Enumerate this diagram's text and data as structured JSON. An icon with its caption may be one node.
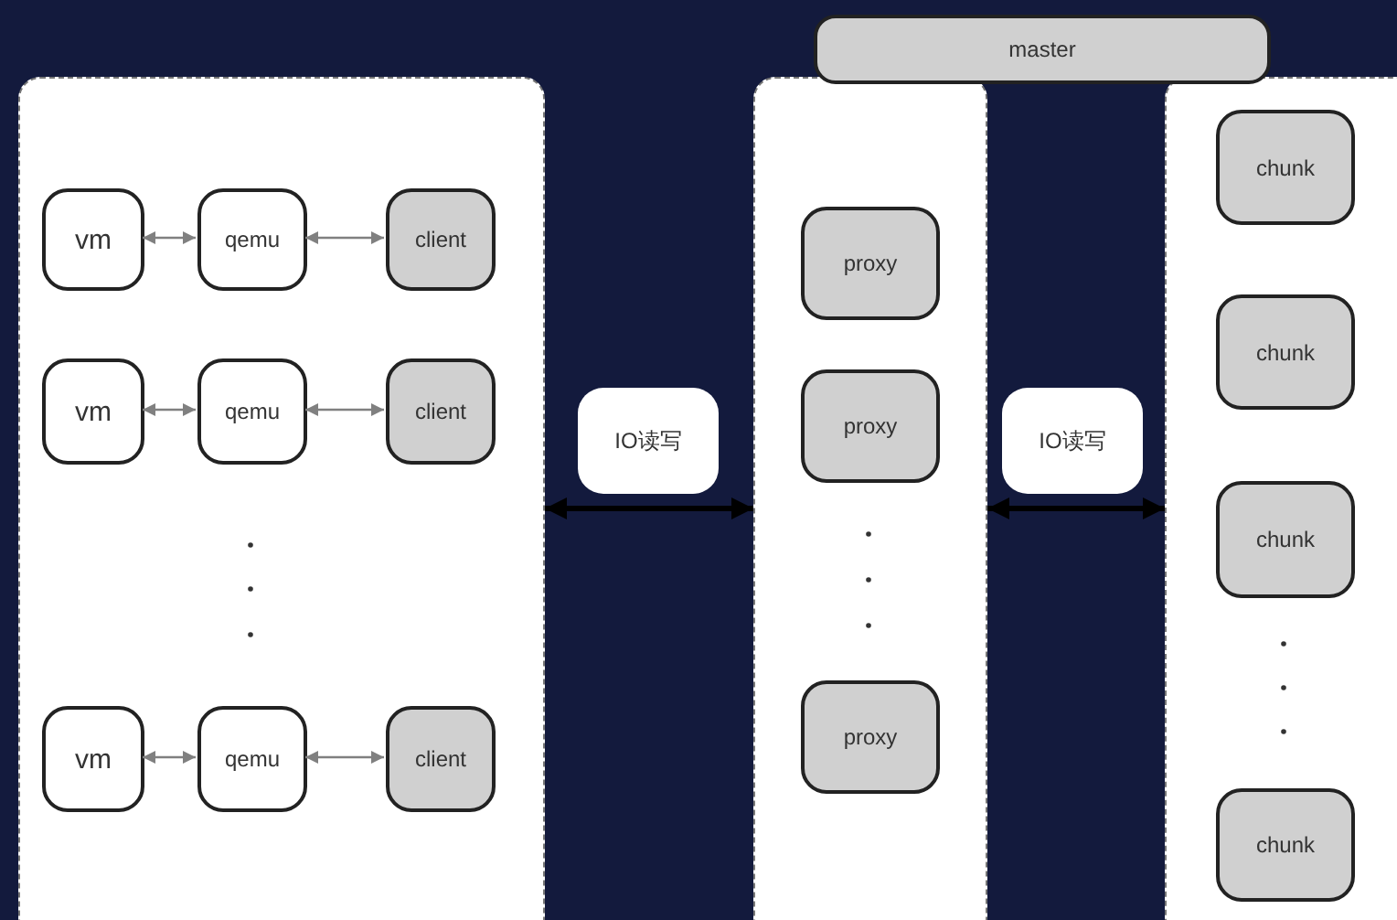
{
  "diagram": {
    "nodes": [
      {
        "text": [
          "master"
        ]
      },
      {
        "text": [],
        "shape": "box"
      },
      {
        "text": [
          "vm"
        ],
        "in": 1
      },
      {
        "text": [
          "qemu"
        ],
        "in": 1
      },
      {
        "text": [
          "client"
        ],
        "in": 1
      },
      {
        "text": [
          "vm"
        ],
        "in": 1
      },
      {
        "text": [
          "qemu"
        ],
        "in": 1
      },
      {
        "text": [
          "client"
        ],
        "in": 1
      },
      {
        "text": [
          "vm"
        ],
        "in": 1
      },
      {
        "text": [
          "qemu"
        ],
        "in": 1
      },
      {
        "text": [
          "client"
        ],
        "in": 1
      },
      {
        "text": [],
        "shape": "box"
      },
      {
        "text": [
          "proxy"
        ],
        "in": 11
      },
      {
        "text": [
          "proxy"
        ],
        "in": 11
      },
      {
        "text": [
          "proxy"
        ],
        "in": 11
      },
      {
        "text": [],
        "shape": "box"
      },
      {
        "text": [
          "chunk"
        ],
        "in": 15
      },
      {
        "text": [
          "chunk"
        ],
        "in": 15
      },
      {
        "text": [
          "chunk"
        ],
        "in": 15
      },
      {
        "text": [
          "chunk"
        ],
        "in": 15
      }
    ],
    "edges": [
      {
        "from": 2,
        "to": 3,
        "arrow": "both"
      },
      {
        "from": 3,
        "to": 4,
        "arrow": "both"
      },
      {
        "from": 5,
        "to": 6,
        "arrow": "both"
      },
      {
        "from": 6,
        "to": 7,
        "arrow": "both"
      },
      {
        "from": 8,
        "to": 9,
        "arrow": "both"
      },
      {
        "from": 9,
        "to": 10,
        "arrow": "both"
      },
      {
        "from": 1,
        "to": 11,
        "arrow": "both",
        "label": "IO读写",
        "style": "thick",
        "color": "#000000"
      },
      {
        "from": 11,
        "to": 15,
        "arrow": "both",
        "label": "IO读写",
        "style": "thick",
        "color": "#000000"
      }
    ]
  }
}
